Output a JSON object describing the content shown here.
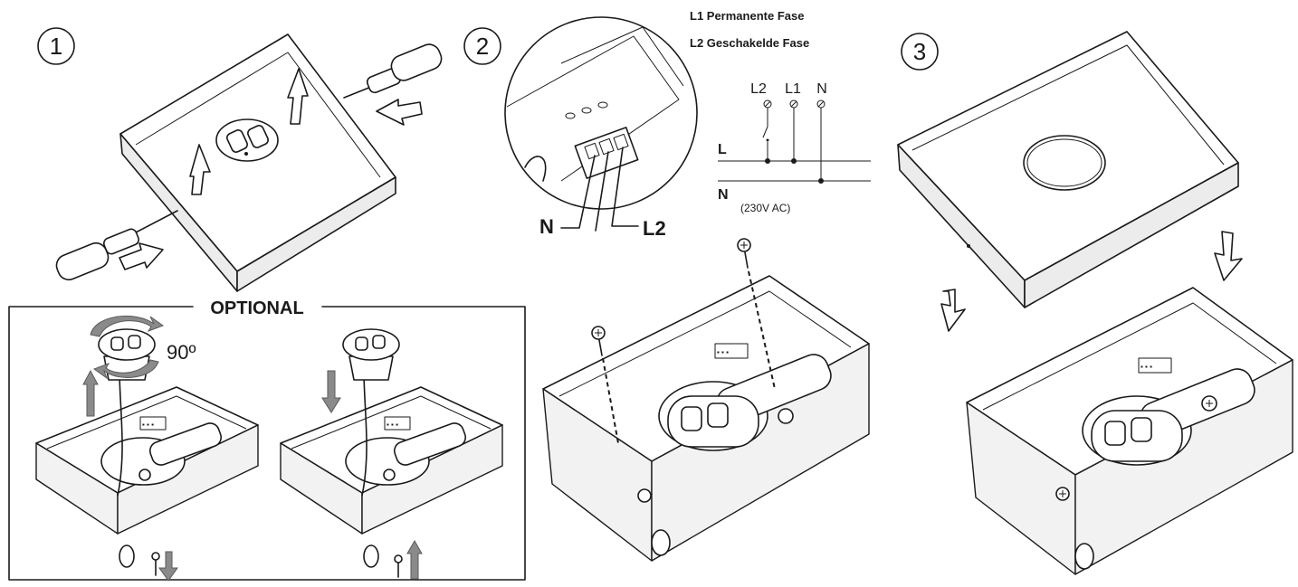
{
  "steps": {
    "one": "1",
    "two": "2",
    "three": "3"
  },
  "legend": {
    "l1": "L1 Permanente Fase",
    "l2": "L2 Geschakelde Fase"
  },
  "wiring": {
    "terminal_l2": "L2",
    "terminal_l1": "L1",
    "terminal_n": "N",
    "line_l": "L",
    "line_n": "N",
    "voltage": "(230V AC)"
  },
  "callout": {
    "n_label": "N",
    "l2_label": "L2"
  },
  "optional": {
    "title": "OPTIONAL",
    "rotation": "90º"
  },
  "colors": {
    "line": "#1a1a1a",
    "grey_arrow": "#8a8a8a"
  },
  "icons": [
    "screwdriver-icon",
    "open-arrow-icon",
    "screw-icon",
    "sensor-dome-icon",
    "rotate-arrow-icon"
  ]
}
